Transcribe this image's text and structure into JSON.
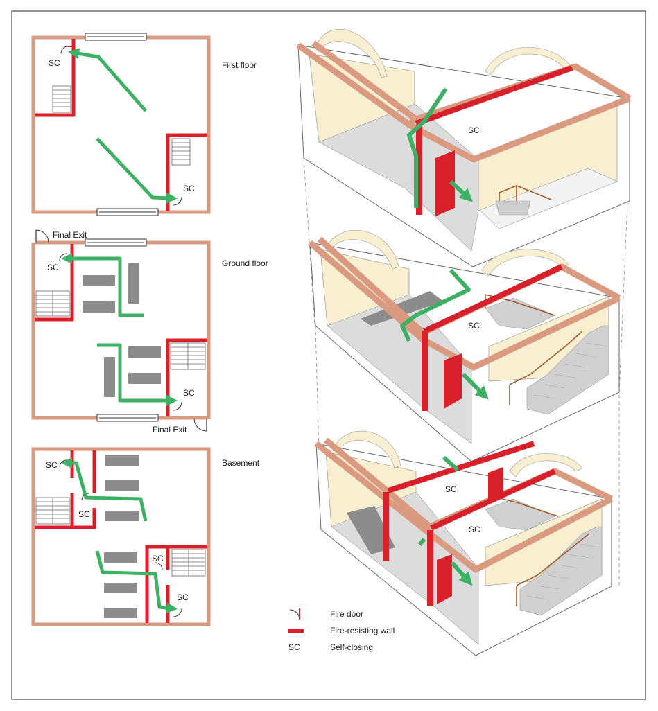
{
  "floors": {
    "first": "First floor",
    "ground": "Ground floor",
    "basement": "Basement"
  },
  "exits": {
    "final_exit_top": "Final Exit",
    "final_exit_bottom": "Final Exit"
  },
  "sc": "SC",
  "legend": {
    "fire_door": "Fire door",
    "fire_wall": "Fire-resisting wall",
    "sc_key": "SC",
    "self_closing": "Self-closing"
  },
  "colors": {
    "outer_wall": "#d99a80",
    "fire_wall": "#d7202a",
    "escape_arrow": "#3cb063",
    "furniture": "#8c8c8c",
    "wall_face": "#f7efcf",
    "floor": "#dcdcdc",
    "stair_rail": "#a05a2c"
  }
}
